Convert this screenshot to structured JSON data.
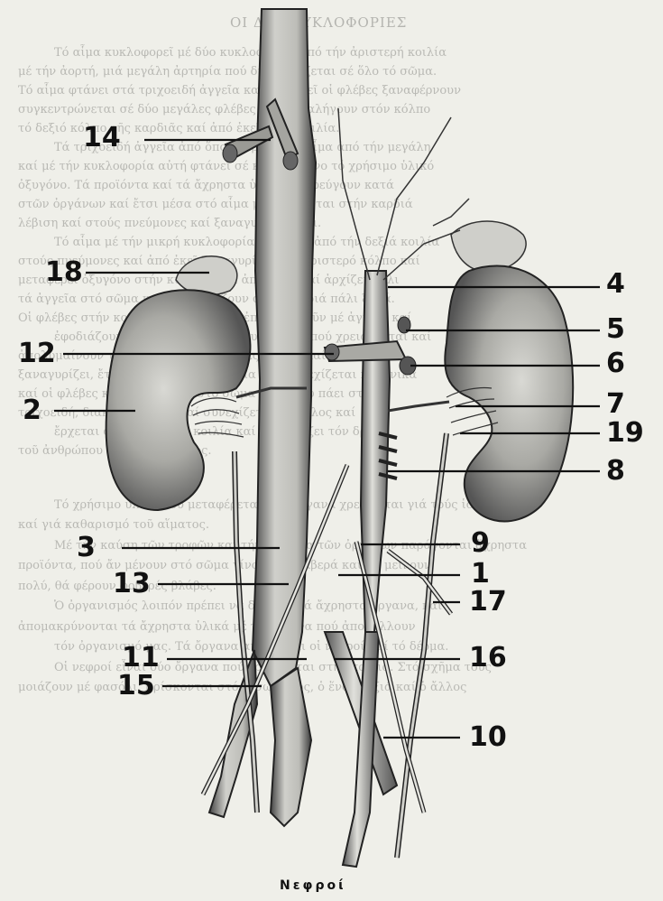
{
  "heading": "ΟΙ ΔΥΟ ΚΥΚΛΟΦΟΡΙΕΣ",
  "caption": "Νεφροί",
  "labels": {
    "n1": "1",
    "n2": "2",
    "n3": "3",
    "n4": "4",
    "n5": "5",
    "n6": "6",
    "n7": "7",
    "n8": "8",
    "n9": "9",
    "n10": "10",
    "n11": "11",
    "n12": "12",
    "n13": "13",
    "n14": "14",
    "n15": "15",
    "n16": "16",
    "n17": "17",
    "n18": "18",
    "n19": "19"
  },
  "background_text": [
    "Τό αἷμα κυκλοφορεῖ μέ δύο κυκλοφορίες ἀπό τήν ἀριστερή κοιλία",
    "μέ τήν ἀορτή, μιά μεγάλη ἀρτηρία πού διακλαδίζεται σέ ὅλο τό σῶμα.",
    "Τό αἷμα φτάνει στά τριχοειδή ἀγγεῖα καί ἀπό ἐκεῖ οἱ φλέβες ξαναφέρνουν",
    "συγκεντρώνεται σέ δύο μεγάλες φλέβες πού καταλήγουν στόν κόλπο",
    "τό δεξιό κόλπο τῆς καρδιᾶς καί ἀπό ἐκεῖ στήν κοιλία.",
    "Τά τριχοειδή ἀγγεῖα ἀπό ὅπου περνάει τό αἷμα ἀπό τήν μεγάλη",
    "καί μέ τήν κυκλοφορία αὐτή φτάνει σέ κάθε ὄργανο τό χρήσιμο ὑλικό",
    "ὀξυγόνο. Τά προϊόντα καί τά ἄχρηστα ὑλικά καί φεύγουν κατά",
    "στῶν ὀργάνων καί ἔτσι μέσα στό αἷμα μεταφέρονται στήν καρδιά",
    "λέβιση καί στούς πνεύμονες καί ξαναγυρίζει πάλι.",
    "Τό αἷμα μέ τήν μικρή κυκλοφορία πηγαίνει ἀπό τήν δεξιά κοιλία",
    "στούς πνεύμονες καί ἀπό ἐκεῖ ξαναγυρίζει στό ἀριστερό κόλπο καί",
    "μεταφέρει ὀξυγόνο στήν κυκλοφορία ἀπό ὅπου καί ἀρχίζει πάλι",
    "τά ἀγγεῖα στό σῶμα καί ξαναγυρίζουν στήν καρδιά πάλι ξανά.",
    "Οἱ φλέβες στήν κοιλιά καί στά πόδια ἐπικοινωνοῦν μέ ἀγγεῖα καί",
    "ἐφοδιάζουν τό σῶμα μέ ὅλα τά συστατικά πού χρειάζονται καί",
    "ἀπολυμαίνουν τό αἷμα ἀπό τίς βλαβερές οὐσίες καί τό ἀπό ἐκεῖ",
    "ξαναγυρίζει, ἔτσι γίνεται ἡ κυκλοφορία πού συνεχίζεται κανονικά",
    "καί οἱ φλέβες καί οἱ ἀρτηρίες στό σῶμα ἀπό ὅπου πάει στό",
    "τριχοειδή, διακλαδίζονται καί συνεχίζεται ὁ κύκλος καί",
    "ἔρχεται στήν ἀριστερή κοιλία καί ξαναρχίζει τόν δρόμο",
    "τοῦ ἀνθρώπου καί τοῦ σώματος.",
    "",
    "Τό χρήσιμο ὑλικό πού μεταφέρεται στά ὄργανα χρειάζεται γιά τούς ἱστούς",
    "καί γιά καθαρισμό τοῦ αἵματος.",
    "Μέ τήν καύση τῶν τροφῶν καί τήν ἐργασία τῶν ὀργάνων παράγονται ἄχρηστα",
    "προϊόντα, πού ἄν μένουν στό σῶμα γίνονται βλαβερά καί ἄν μείνουν",
    "πολύ, θά φέρουν φοβερές βλάβες.",
    "Ὁ ὀργανισμός λοιπόν πρέπει νά διώχνει τά ἄχρηστα ὄργανα, καί",
    "ἀπομακρύνονται τά ἄχρηστα ὑλικά μέ τά ὄργανα πού ἀποβάλλουν",
    "τόν ὀργανισμό μας. Τά ὄργανα αὐτά εἶναι οἱ νεφροί καί τό δέρμα.",
    "Οἱ νεφροί εἶναι δύο ὄργανα πού βρίσκονται στήν κοιλιά. Στό σχῆμα τους",
    "μοιάζουν μέ φασόλι. Βρίσκονται στό πίσω μέρος, ὁ ἕνας δεξιά καί ὁ ἄλλος"
  ]
}
